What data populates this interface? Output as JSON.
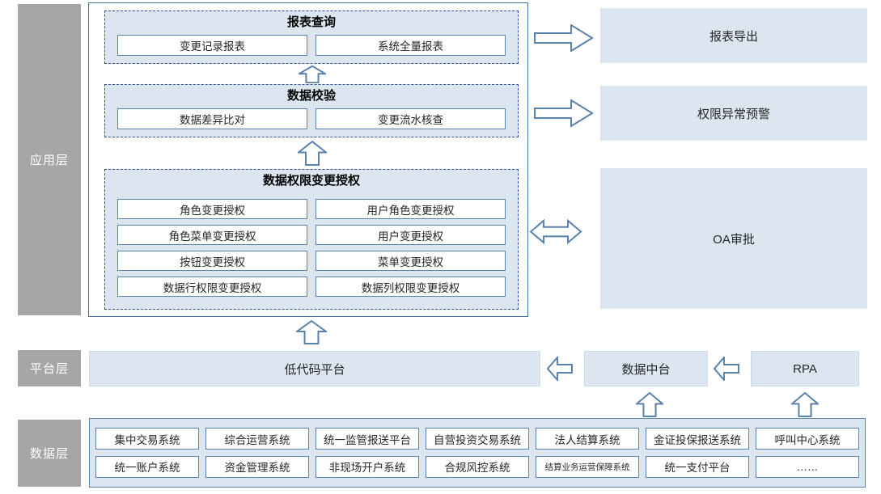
{
  "layers": {
    "application": "应用层",
    "platform": "平台层",
    "data": "数据层"
  },
  "application": {
    "report_query": {
      "title": "报表查询",
      "items": [
        "变更记录报表",
        "系统全量报表"
      ]
    },
    "data_validation": {
      "title": "数据校验",
      "items": [
        "数据差异比对",
        "变更流水核查"
      ]
    },
    "permission_auth": {
      "title": "数据权限变更授权",
      "items": [
        "角色变更授权",
        "用户角色变更授权",
        "角色菜单变更授权",
        "用户变更授权",
        "按钮变更授权",
        "菜单变更授权",
        "数据行权限变更授权",
        "数据列权限变更授权"
      ]
    }
  },
  "outputs": {
    "report_export": "报表导出",
    "permission_alert": "权限异常预警",
    "oa_approval": "OA审批"
  },
  "platform": {
    "low_code_platform": "低代码平台",
    "data_middle_platform": "数据中台",
    "rpa": "RPA"
  },
  "data_systems": {
    "row1": [
      "集中交易系统",
      "综合运营系统",
      "统一监管报送平台",
      "自营投资交易系统",
      "法人结算系统",
      "金证投保报送系统",
      "呼叫中心系统"
    ],
    "row2": [
      "统一账户系统",
      "资金管理系统",
      "非现场开户系统",
      "合规风控系统",
      "结算业务运营保障系统",
      "统一支付平台",
      "……"
    ]
  },
  "icons": {
    "up_arrow": "block-arrow-up",
    "right_arrow": "block-arrow-right",
    "left_arrow": "block-arrow-left",
    "double_arrow": "block-arrow-horizontal"
  },
  "colors": {
    "panel_fill": "#dce6f1",
    "dashed_border": "#2f5597",
    "container_border": "#41719c",
    "box_border": "#5b82ad",
    "layer_label_bg": "#a6a6a6",
    "layer_label_text": "#ffffff",
    "text": "#262626"
  }
}
